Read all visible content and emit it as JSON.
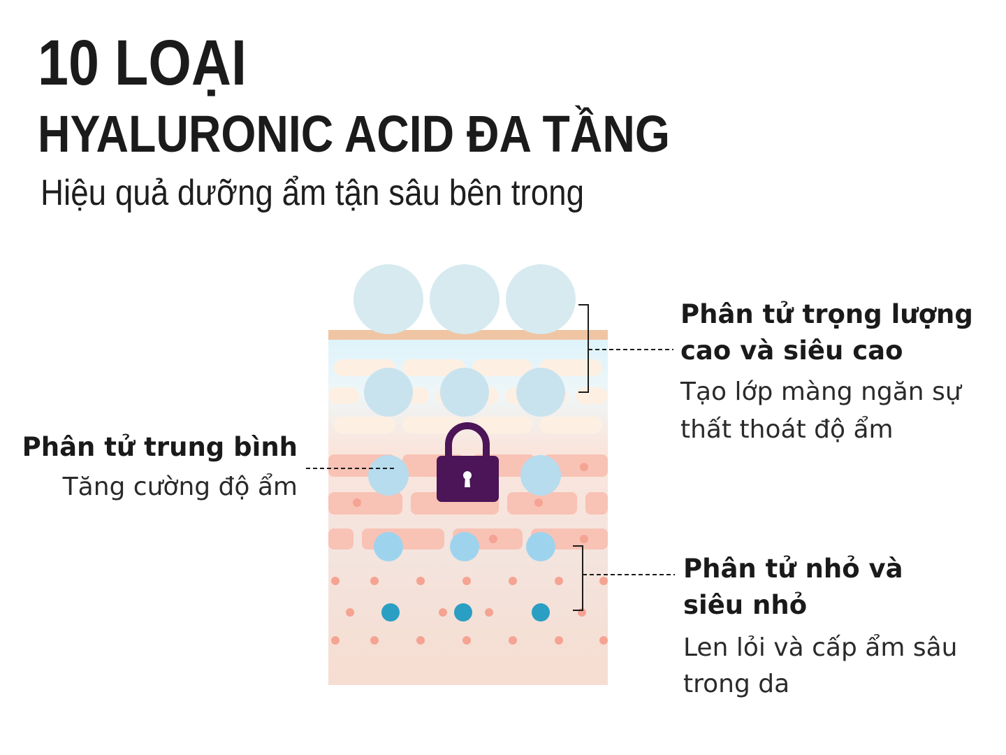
{
  "title": {
    "line1": "10 LOẠI",
    "line2": "HYALURONIC ACID ĐA TẦNG"
  },
  "subtitle": "Hiệu quả dưỡng ẩm tận sâu bên trong",
  "labels": {
    "high_weight": {
      "heading_line1": "Phân tử trọng lượng",
      "heading_line2": "cao và siêu cao",
      "desc_line1": "Tạo lớp màng ngăn sự",
      "desc_line2": "thất thoát độ ẩm"
    },
    "medium_weight": {
      "heading": "Phân tử trung bình",
      "desc": "Tăng cường độ ẩm"
    },
    "low_weight": {
      "heading_line1": "Phân tử nhỏ và",
      "heading_line2": "siêu nhỏ",
      "desc_line1": "Len lỏi và cấp ẩm sâu",
      "desc_line2": "trong da"
    }
  },
  "icons": {
    "lock": "lock-icon"
  },
  "colors": {
    "text": "#1b1b1b",
    "skin_top_band": "#f0c5a3",
    "skin_upper_layer": "#dff4fb",
    "skin_middle_layer": "#fbe6df",
    "skin_lower_layer": "#f5ddd3",
    "cell_cream": "#fdf0e2",
    "cell_pink": "#f8b9ab",
    "dot_pink": "#f5a392",
    "molecule_large": "#d6eaf0",
    "molecule_medium": "#c9e3ee",
    "molecule_medium_blue": "#a9d7ec",
    "molecule_small": "#9ed3ee",
    "molecule_tiny": "#2a9ec3",
    "lock": "#4b1557"
  }
}
